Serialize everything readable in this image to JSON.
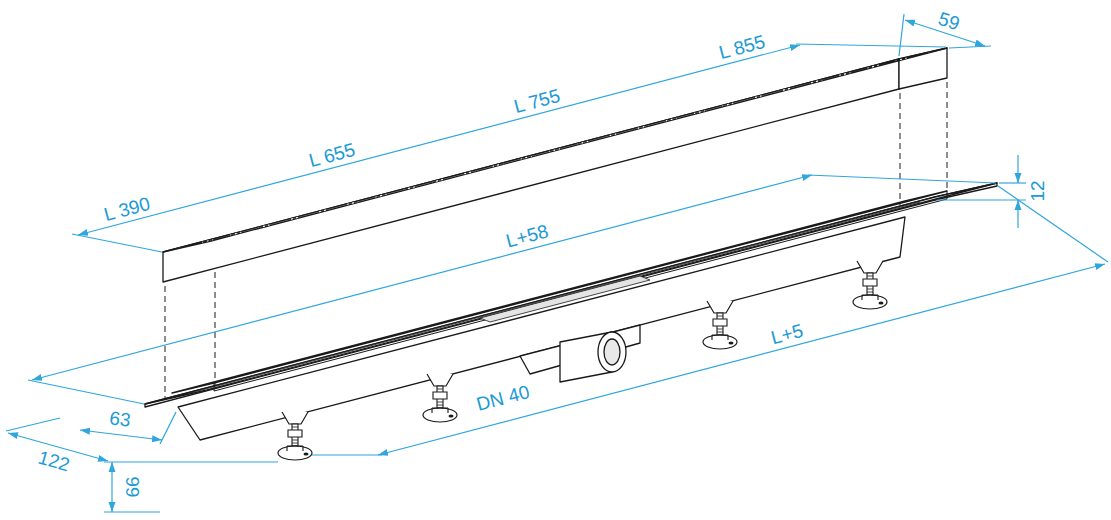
{
  "diagram": {
    "labels": [
      "L 855",
      "59",
      "L 755",
      "L 655",
      "L 390",
      "L+58",
      "12",
      "L+5",
      "DN 40",
      "63",
      "122",
      "66"
    ]
  }
}
